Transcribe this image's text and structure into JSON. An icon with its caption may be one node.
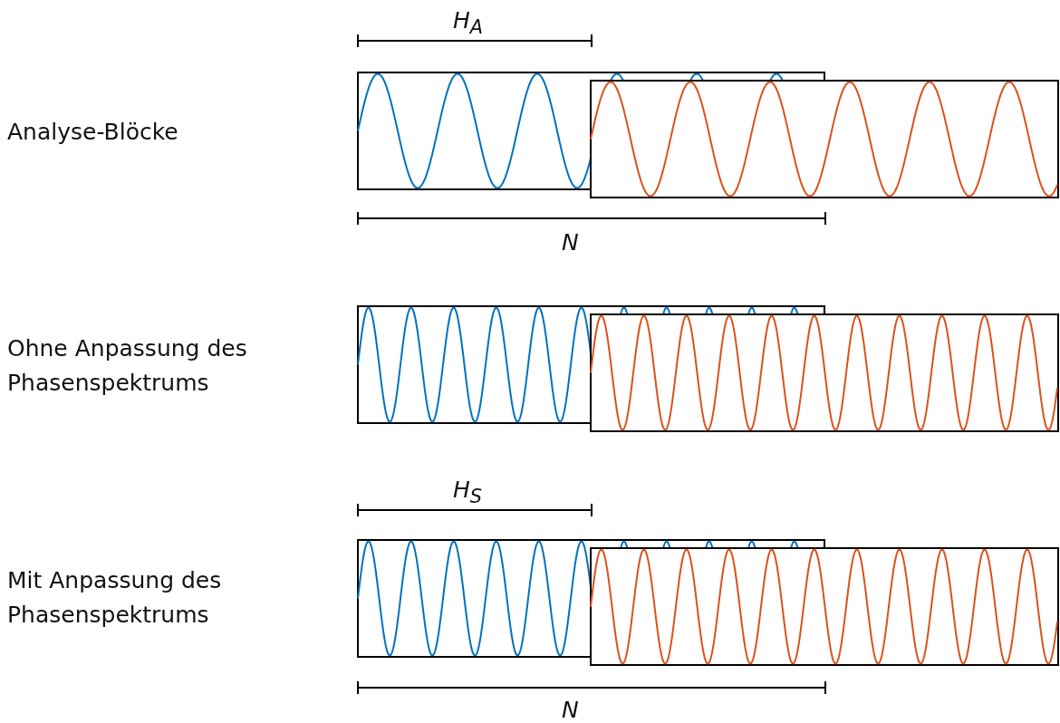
{
  "diagram": {
    "labels": [
      "H$_{A}$",
      "Analyse-Blöcke",
      "N",
      "Ohne Anpassung des Phasenspektrums",
      "H$_{S}$",
      "Mit Anpassung des Phasenspektrums",
      "N"
    ]
  }
}
